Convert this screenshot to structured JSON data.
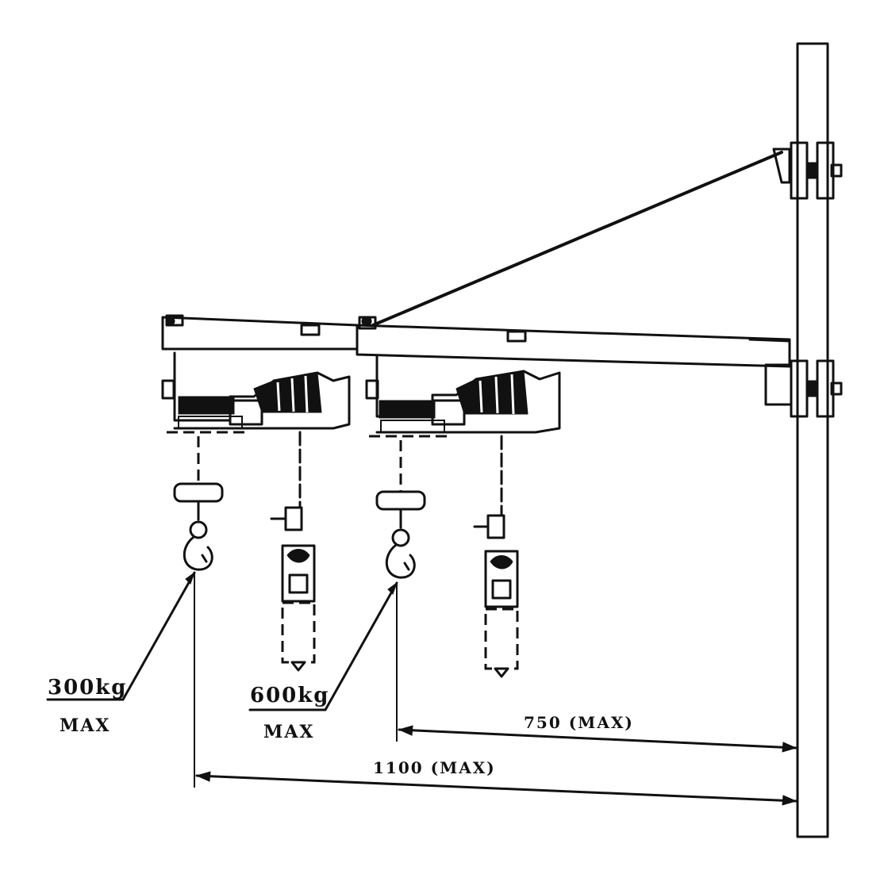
{
  "labels": {
    "load_small": "300kg",
    "load_small_sub": "MAX",
    "load_large": "600kg",
    "load_large_sub": "MAX",
    "reach_short": "750 (MAX)",
    "reach_long": "1100 (MAX)"
  },
  "colors": {
    "ink": "#111111",
    "paper": "#ffffff"
  }
}
